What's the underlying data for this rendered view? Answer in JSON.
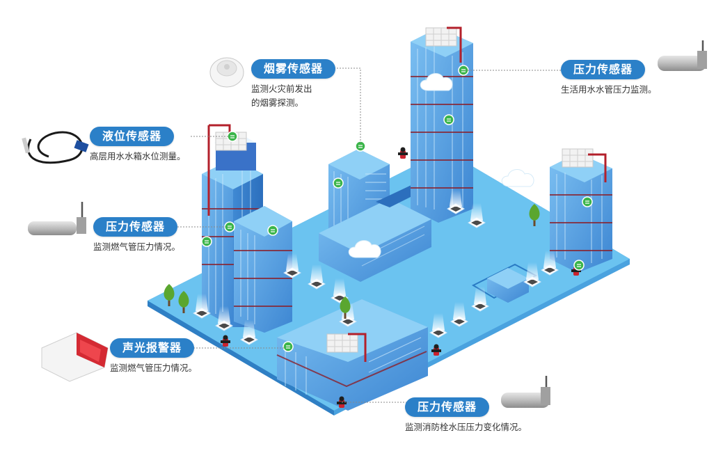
{
  "callouts": {
    "smoke": {
      "title": "烟雾传感器",
      "desc": [
        "监测火灾前发出",
        "的烟雾探测。"
      ]
    },
    "level": {
      "title": "液位传感器",
      "desc": [
        "高层用水水箱水位测量。"
      ]
    },
    "pressure_gas": {
      "title": "压力传感器",
      "desc": [
        "监测燃气管压力情况。"
      ]
    },
    "alarm": {
      "title": "声光报警器",
      "desc": [
        "监测燃气管压力情况。"
      ]
    },
    "pressure_top": {
      "title": "压力传感器",
      "desc": [
        "生活用水水管压力监测。"
      ]
    },
    "pressure_bottom": {
      "title": "压力传感器",
      "desc": [
        "监测消防栓水压压力变化情况。"
      ]
    }
  },
  "colors": {
    "pill": "#2b80c8",
    "platform_top": "#6bc3f0",
    "platform_side": "#3d94d6",
    "building": "#5fa9e6",
    "pipe": "#8a1f2a",
    "sensor_dot": "#3bb54a"
  },
  "icons": [
    "smoke-detector-icon",
    "level-sensor-probe-icon",
    "pressure-transmitter-icon",
    "sound-light-alarm-icon",
    "fire-hydrant-icon",
    "tree-icon",
    "cloud-icon",
    "water-tank-icon",
    "sensor-node-icon",
    "light-beacon-icon"
  ]
}
